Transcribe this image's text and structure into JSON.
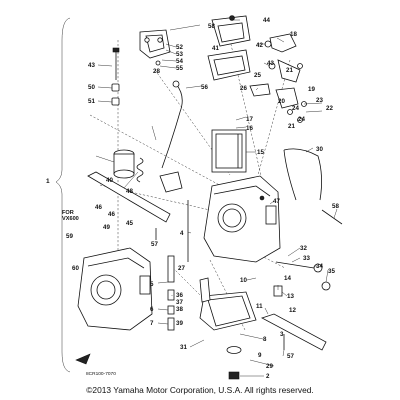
{
  "diagram": {
    "main_assembly_callout": "1",
    "for_variant_label": "FOR",
    "for_variant_model": "VX600",
    "diagram_code": "8CR100-7070",
    "copyright": "©2013 Yamaha Motor Corporation, U.S.A. All rights reserved.",
    "callouts": {
      "c2": "2",
      "c3": "3",
      "c4": "4",
      "c5": "5",
      "c6": "6",
      "c7": "7",
      "c8": "8",
      "c9": "9",
      "c10": "10",
      "c11": "11",
      "c12": "12",
      "c13": "13",
      "c14": "14",
      "c15": "15",
      "c16": "16",
      "c17": "17",
      "c18": "18",
      "c19": "19",
      "c20": "20",
      "c21": "21",
      "c22": "22",
      "c23": "23",
      "c24": "24",
      "c25": "25",
      "c26": "26",
      "c27": "27",
      "c28": "28",
      "c29": "29",
      "c30": "30",
      "c31": "31",
      "c32": "32",
      "c33": "33",
      "c34": "34",
      "c35": "35",
      "c36": "36",
      "c37": "37",
      "c38": "38",
      "c39": "39",
      "c40": "40",
      "c41": "41",
      "c42": "42",
      "c43a": "43",
      "c43b": "43",
      "c44": "44",
      "c45": "45",
      "c46": "46",
      "c47": "47",
      "c48": "48",
      "c49": "49",
      "c50": "50",
      "c51": "51",
      "c52": "52",
      "c53": "53",
      "c54": "54",
      "c55": "55",
      "c56": "56",
      "c57a": "57",
      "c57b": "57",
      "c58a": "58",
      "c58b": "58",
      "c59": "59",
      "c60": "60"
    }
  }
}
